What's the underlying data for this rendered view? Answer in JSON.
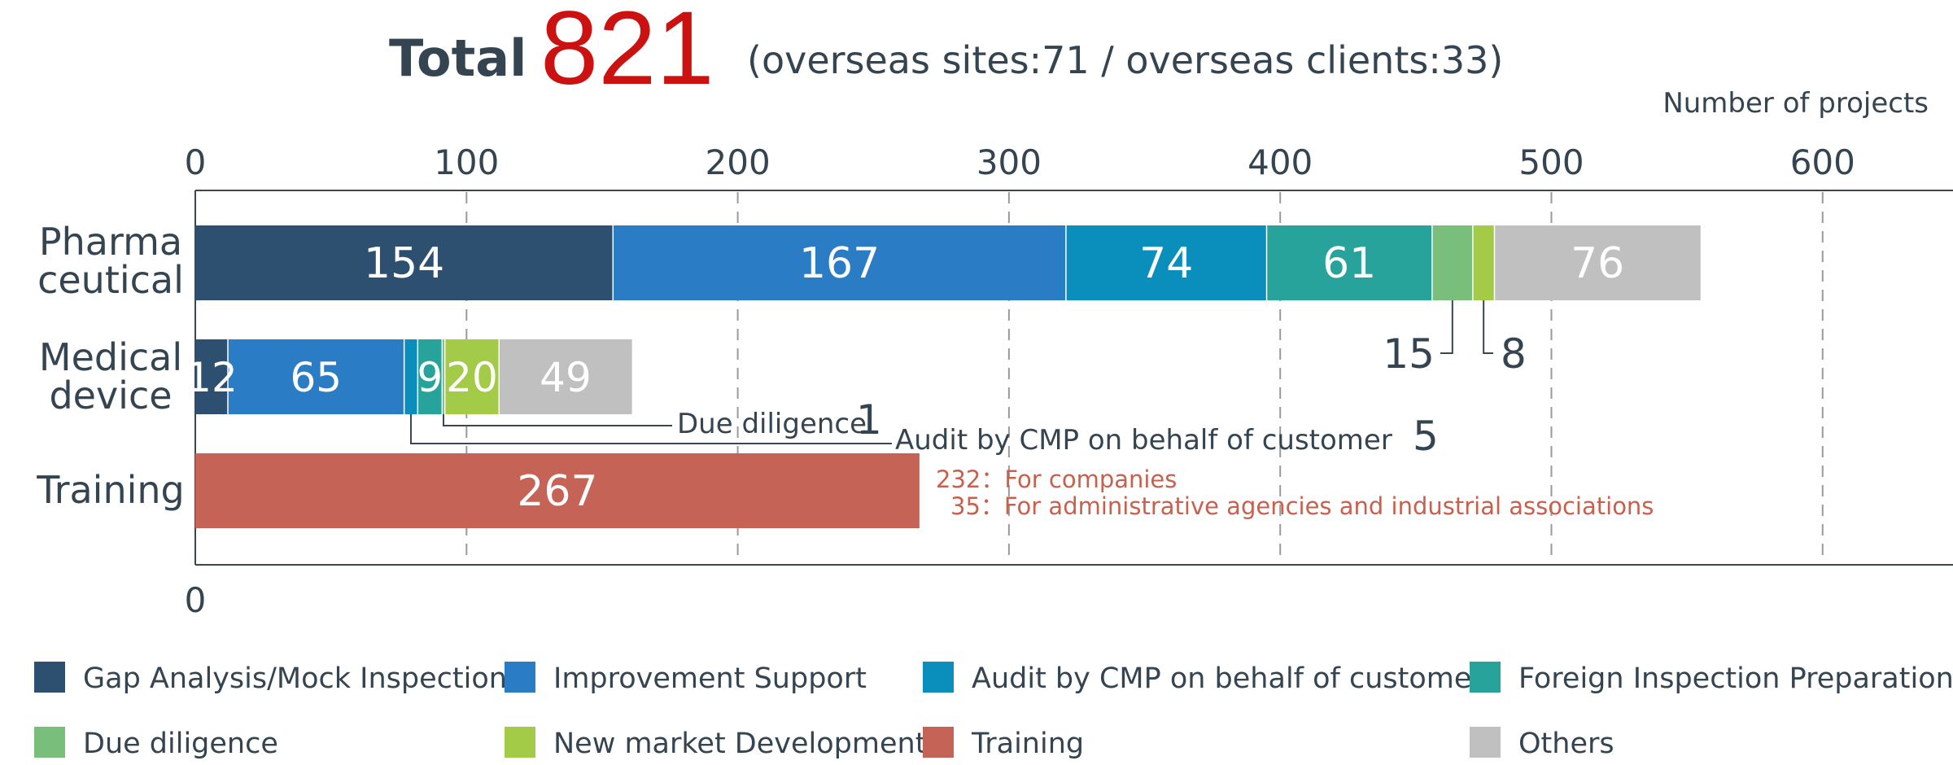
{
  "header": {
    "total_label": "Total",
    "total_value": "821",
    "subtitle": "(overseas sites:71 / overseas clients:33)",
    "unit_label": "Number of projects"
  },
  "colors": {
    "gap": "#2d5070",
    "improvement": "#2a7cc4",
    "audit": "#0a8ebb",
    "foreign": "#27a39c",
    "due": "#79be7b",
    "newmarket": "#a4cb48",
    "training": "#c66357",
    "others": "#c0c0c0"
  },
  "chart_data": {
    "type": "bar",
    "orientation": "horizontal",
    "stacked": true,
    "xlim": [
      0,
      650
    ],
    "x_ticks_top": [
      "0",
      "100",
      "200",
      "300",
      "400",
      "500",
      "600"
    ],
    "x_tick_bottom": "0",
    "grid": "vertical dashed",
    "categories": [
      {
        "label_lines": [
          "Pharma",
          "ceutical"
        ]
      },
      {
        "label_lines": [
          "Medical",
          "device"
        ]
      },
      {
        "label_lines": [
          "Training"
        ]
      }
    ],
    "series": [
      {
        "name": "Gap Analysis/Mock Inspection",
        "color_key": "gap",
        "values": [
          154,
          12,
          0
        ],
        "labels": [
          "154",
          "12",
          ""
        ]
      },
      {
        "name": "Improvement Support",
        "color_key": "improvement",
        "values": [
          167,
          65,
          0
        ],
        "labels": [
          "167",
          "65",
          ""
        ]
      },
      {
        "name": "Audit by CMP on behalf of customer",
        "color_key": "audit",
        "values": [
          74,
          5,
          0
        ],
        "labels": [
          "74",
          "",
          ""
        ]
      },
      {
        "name": "Foreign Inspection Preparation",
        "color_key": "foreign",
        "values": [
          61,
          9,
          0
        ],
        "labels": [
          "61",
          "9",
          ""
        ]
      },
      {
        "name": "Due diligence",
        "color_key": "due",
        "values": [
          15,
          1,
          0
        ],
        "labels": [
          "",
          "",
          ""
        ]
      },
      {
        "name": "New market Development",
        "color_key": "newmarket",
        "values": [
          8,
          20,
          0
        ],
        "labels": [
          "",
          "20",
          ""
        ]
      },
      {
        "name": "Training",
        "color_key": "training",
        "values": [
          0,
          0,
          267
        ],
        "labels": [
          "",
          "",
          "267"
        ]
      },
      {
        "name": "Others",
        "color_key": "others",
        "values": [
          76,
          49,
          0
        ],
        "labels": [
          "76",
          "49",
          ""
        ]
      }
    ],
    "callouts": [
      {
        "category": 0,
        "series": 4,
        "text": "",
        "number": "15"
      },
      {
        "category": 0,
        "series": 5,
        "text": "",
        "number": "8"
      },
      {
        "category": 1,
        "series": 4,
        "text": "Due diligence",
        "number": "1"
      },
      {
        "category": 1,
        "series": 2,
        "text": "Audit by CMP on behalf of customer",
        "number": "5"
      }
    ],
    "training_notes": [
      "232：For companies",
      "35：For administrative agencies and industrial associations"
    ],
    "legend": [
      "Gap Analysis/Mock Inspection",
      "Improvement Support",
      "Audit by CMP on behalf of customer",
      "Foreign Inspection Preparation",
      "Due diligence",
      "New market Development",
      "Training",
      "Others"
    ],
    "legend_color_keys": [
      "gap",
      "improvement",
      "audit",
      "foreign",
      "due",
      "newmarket",
      "training",
      "others"
    ],
    "legend_placement": "bottom"
  }
}
